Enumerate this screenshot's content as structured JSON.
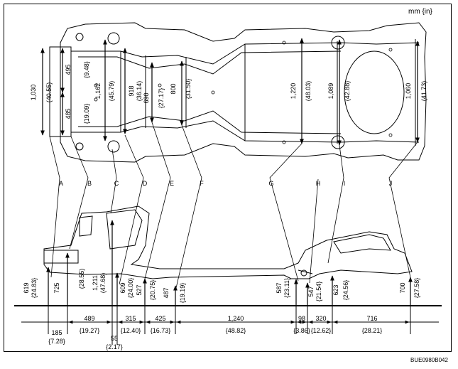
{
  "unit": "mm {in}",
  "figure_code": "BUE0980B042",
  "points": [
    "A",
    "B",
    "C",
    "D",
    "E",
    "F",
    "G",
    "H",
    "I",
    "J"
  ],
  "top_view_widths": [
    {
      "mm": "1,030",
      "in": "(40.55)"
    },
    {
      "mm": "495",
      "in": "{9.48}"
    },
    {
      "mm": "485",
      "in": "{19.09}"
    },
    {
      "mm": "1,162",
      "in": "(45.79)"
    },
    {
      "mm": "918",
      "in": "(36.14)"
    },
    {
      "mm": "690",
      "in": "{27.17}"
    },
    {
      "mm": "800",
      "in": "{31.50}"
    },
    {
      "mm": "1,220",
      "in": "(48.03)"
    },
    {
      "mm": "1,089",
      "in": "(42.88)"
    },
    {
      "mm": "1,060",
      "in": "(41.73)"
    }
  ],
  "side_view_heights": [
    {
      "mm": "619",
      "in": "{24.83}"
    },
    {
      "mm": "725",
      "in": "(28.55)"
    },
    {
      "mm": "1,211",
      "in": "(47.68)"
    },
    {
      "mm": "609",
      "in": "{24.00}"
    },
    {
      "mm": "527",
      "in": "{20.75}"
    },
    {
      "mm": "487",
      "in": "{19.19}"
    },
    {
      "mm": "587",
      "in": "{23.11}"
    },
    {
      "mm": "547",
      "in": "{21.54}"
    },
    {
      "mm": "623",
      "in": "{24.56}"
    },
    {
      "mm": "700",
      "in": "{27.58}"
    }
  ],
  "lengths_top": [
    {
      "mm": "489",
      "in": "{19.27}"
    },
    {
      "mm": "315",
      "in": "{12.40}"
    },
    {
      "mm": "425",
      "in": "{16.73}"
    },
    {
      "mm": "1,240",
      "in": "{48.82}"
    },
    {
      "mm": "98",
      "in": "{3.86}"
    },
    {
      "mm": "320",
      "in": "{12.62}"
    },
    {
      "mm": "716",
      "in": "{28.21}"
    }
  ],
  "lengths_bottom": [
    {
      "mm": "185",
      "in": "{7.28}"
    },
    {
      "mm": "55",
      "in": "{2.17}"
    }
  ]
}
